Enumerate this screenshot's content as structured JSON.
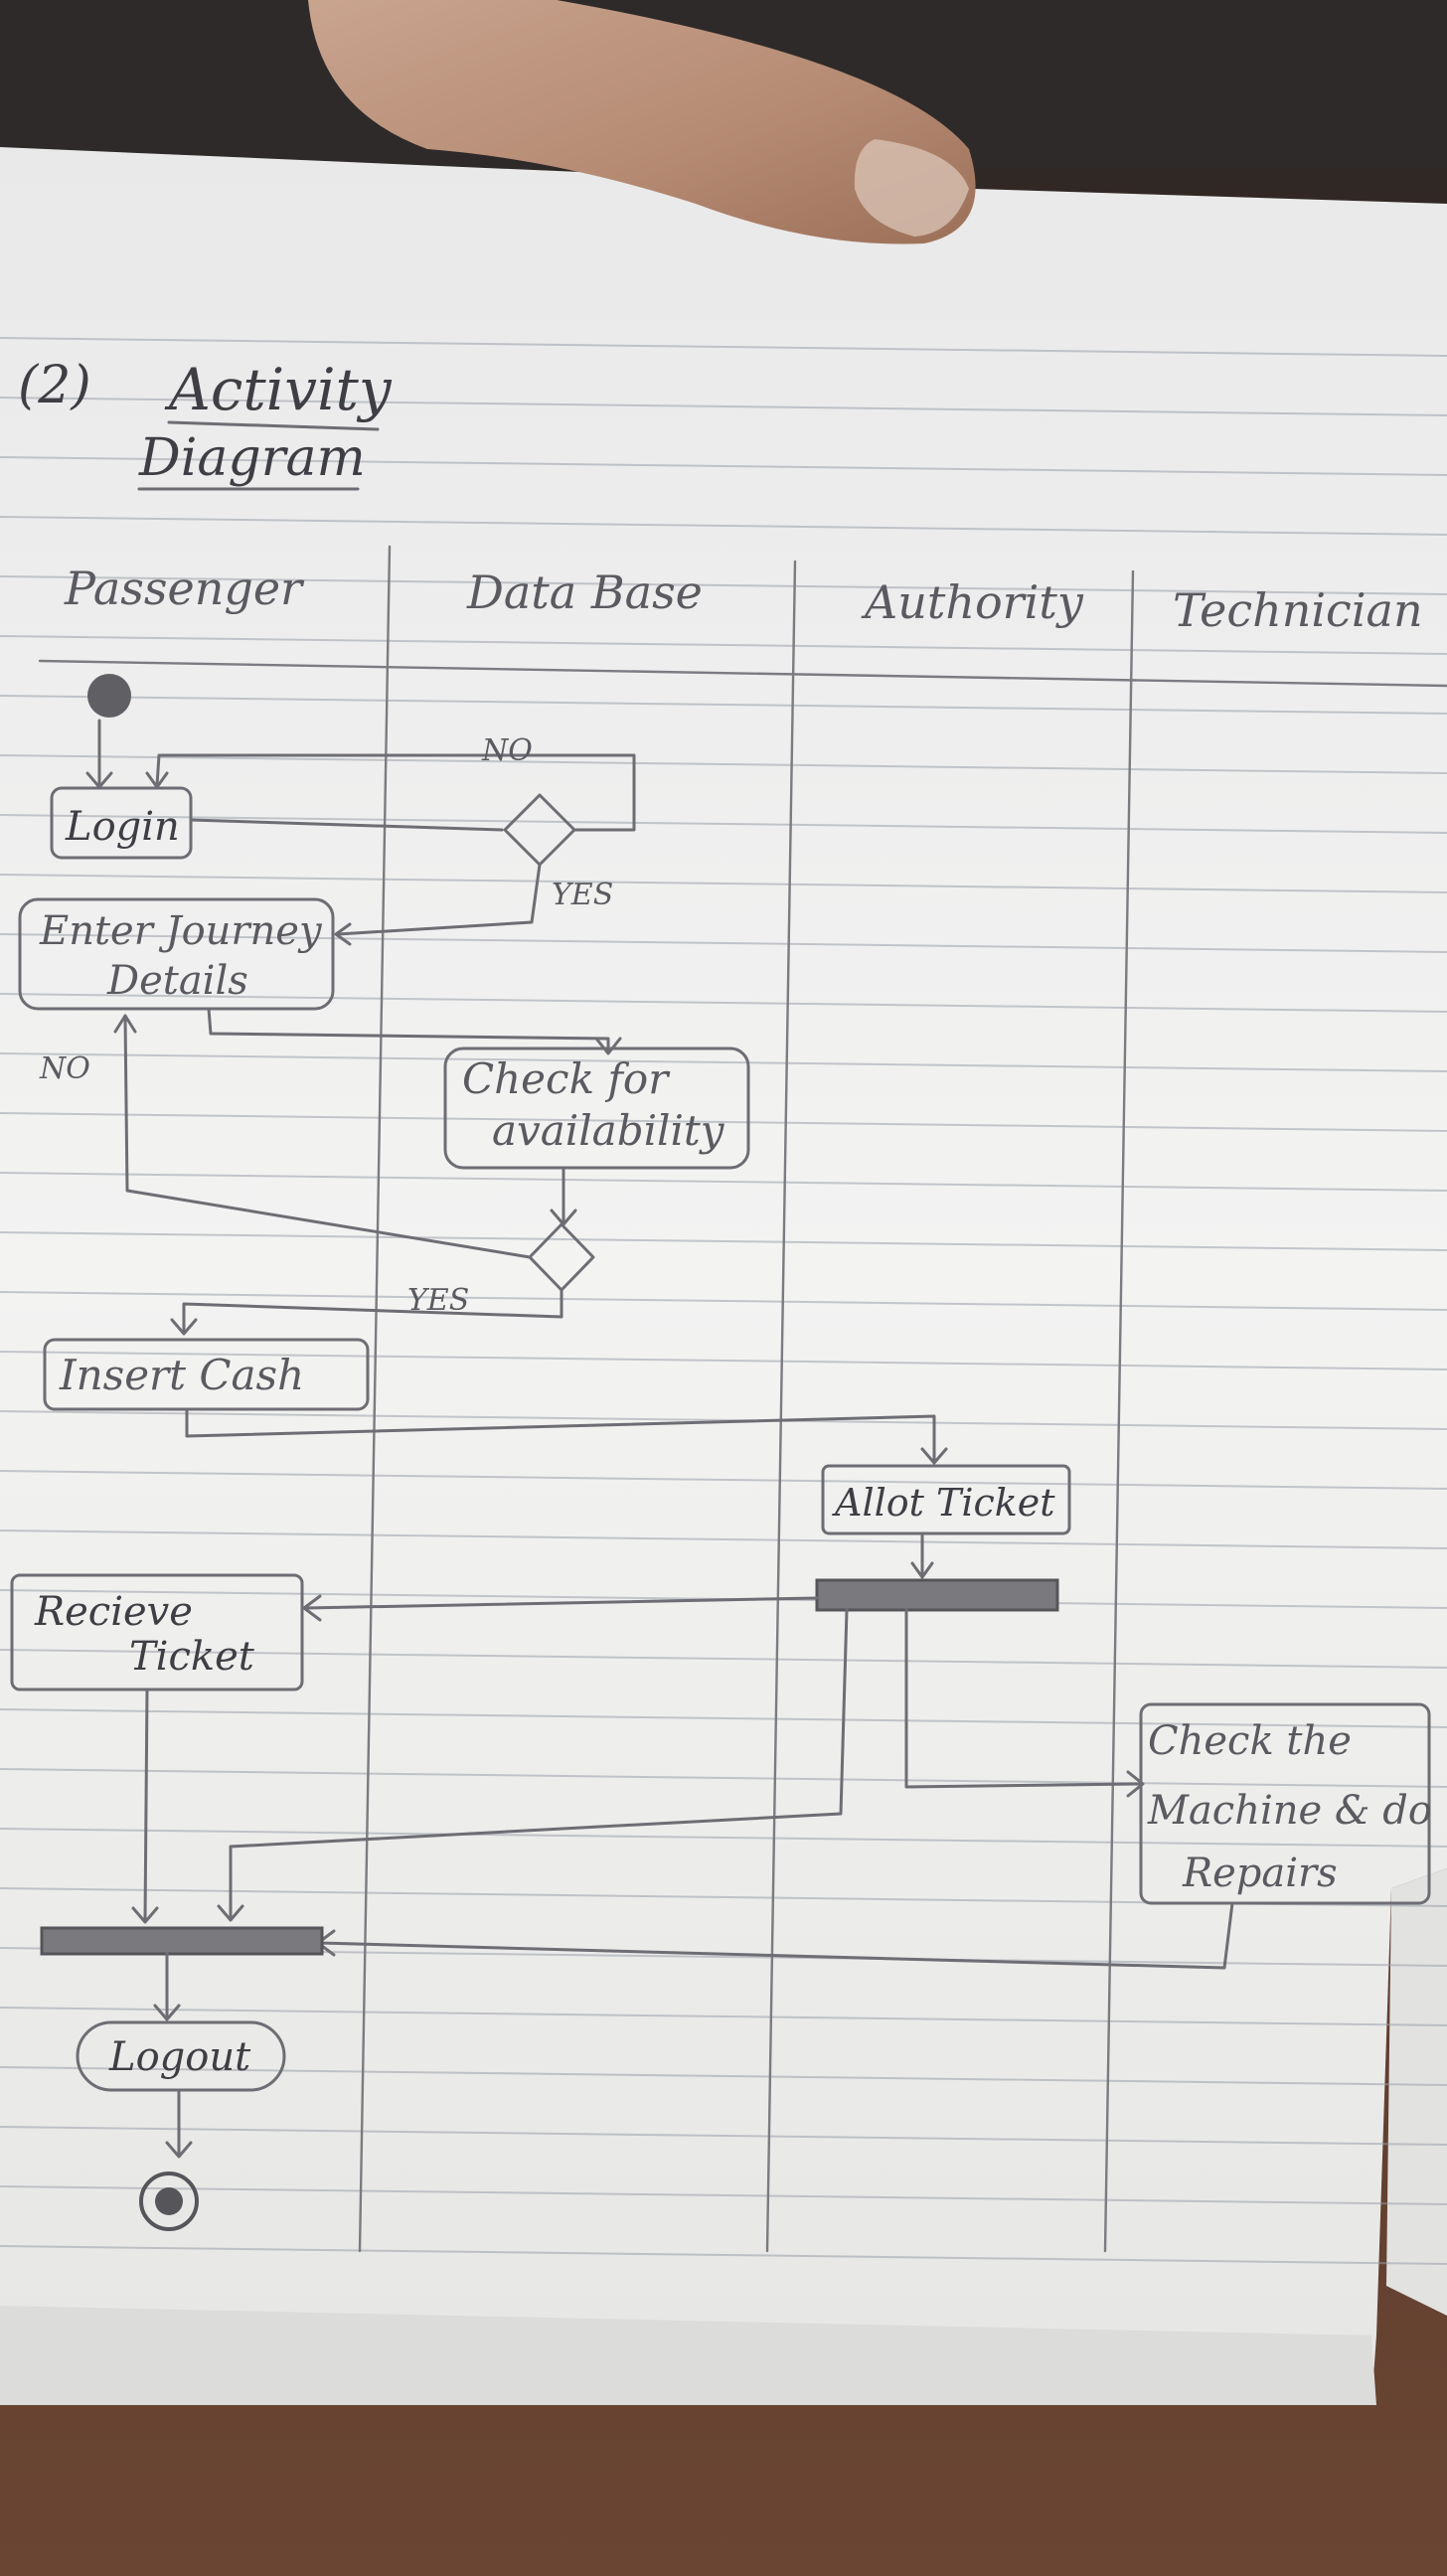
{
  "heading": {
    "number": "(2)",
    "title_line1": "Activity",
    "title_line2": "Diagram"
  },
  "lanes": [
    "Passenger",
    "Data Base",
    "Authority",
    "Technician"
  ],
  "nodes": {
    "login": "Login",
    "enter_journey_line1": "Enter Journey",
    "enter_journey_line2": "Details",
    "check_availability_line1": "Check for",
    "check_availability_line2": "availability",
    "insert_cash": "Insert Cash",
    "allot_ticket": "Allot Ticket",
    "receive_ticket_line1": "Recieve",
    "receive_ticket_line2": "Ticket",
    "check_machine_line1": "Check the",
    "check_machine_line2": "Machine & do",
    "check_machine_line3": "Repairs",
    "logout": "Logout"
  },
  "guards": {
    "login_no": "NO",
    "login_yes": "YES",
    "availability_no": "NO",
    "availability_yes": "YES"
  },
  "colors": {
    "paper": "#f2f2f0",
    "pencil": "#6d6d73",
    "ruled_line": "#9aa0a8",
    "desk": "#4a3328"
  }
}
